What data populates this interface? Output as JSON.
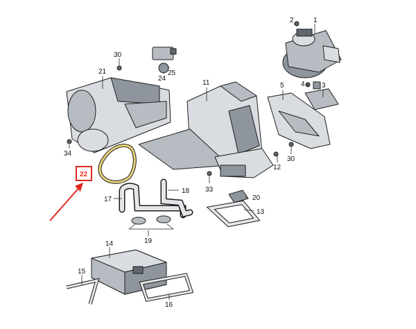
{
  "diagram": {
    "callouts": {
      "c1": "1",
      "c2": "2",
      "c3": "3",
      "c4": "4",
      "c5": "5",
      "c11": "11",
      "c12": "12",
      "c13": "13",
      "c14": "14",
      "c15": "15",
      "c16": "16",
      "c17": "17",
      "c18": "18",
      "c19": "19",
      "c20": "20",
      "c21": "21",
      "c22": "22",
      "c24": "24",
      "c25": "25",
      "c30a": "30",
      "c30b": "30",
      "c33": "33",
      "c34": "34"
    },
    "highlight": {
      "box_color": "#e0281e",
      "arrow_color": "#e0281e"
    }
  }
}
